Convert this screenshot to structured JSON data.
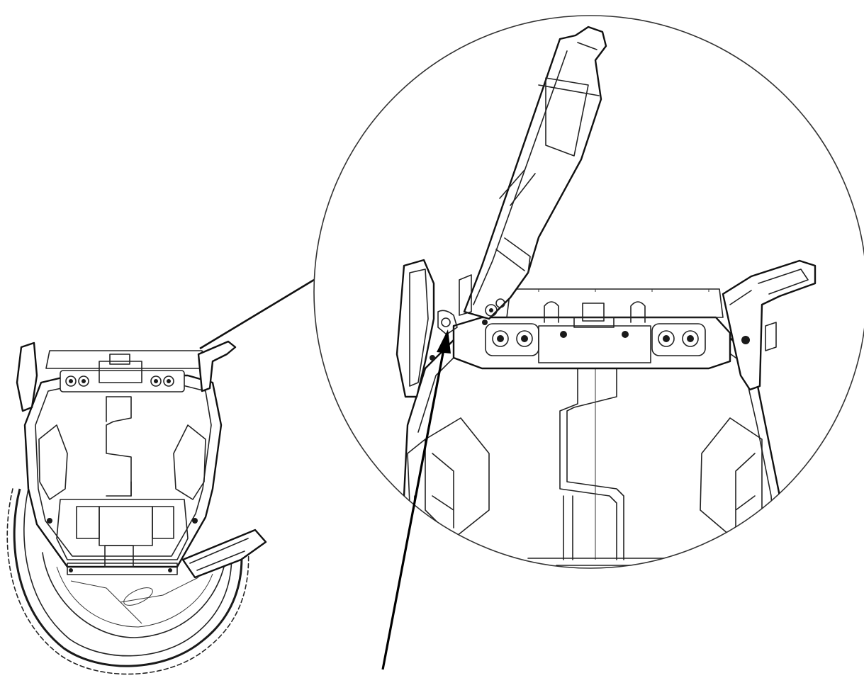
{
  "figure": {
    "subject": "electric-unicycle",
    "views": [
      "overview",
      "detail-magnified"
    ],
    "callout_arrow": true,
    "colors": {
      "line": "#222222",
      "background": "#ffffff"
    }
  }
}
